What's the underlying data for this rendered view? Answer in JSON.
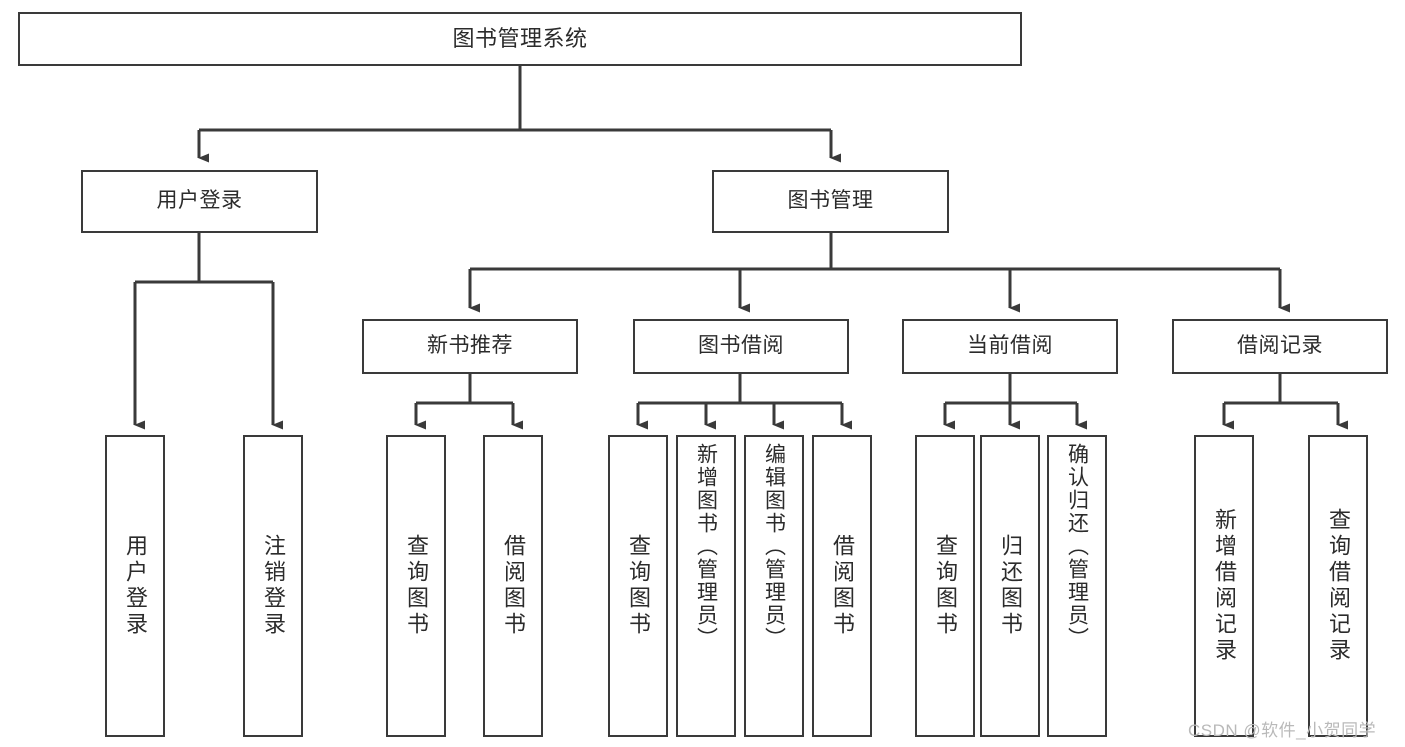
{
  "diagram": {
    "title": "图书管理系统",
    "type": "tree",
    "watermark": "CSDN @软件_小贺同学",
    "colors": {
      "box_border": "#3a3a3a",
      "box_fill": "#ffffff",
      "edge": "#3a3a3a",
      "text": "#2b2b2b",
      "watermark": "#b9b9b9",
      "background": "#ffffff"
    },
    "nodes": {
      "root": {
        "label": "图书管理系统"
      },
      "level2": [
        {
          "id": "user-login",
          "label": "用户登录"
        },
        {
          "id": "book-manage",
          "label": "图书管理"
        }
      ],
      "level3": [
        {
          "id": "new-book-recommend",
          "label": "新书推荐"
        },
        {
          "id": "book-borrow",
          "label": "图书借阅"
        },
        {
          "id": "current-borrow",
          "label": "当前借阅"
        },
        {
          "id": "borrow-record",
          "label": "借阅记录"
        }
      ],
      "leaves": {
        "user_login": [
          {
            "id": "leaf-user-login",
            "label": "用户登录"
          },
          {
            "id": "leaf-logout-login",
            "label": "注销登录"
          }
        ],
        "new_book_recommend": [
          {
            "id": "leaf-query-book-1",
            "label": "查询图书"
          },
          {
            "id": "leaf-borrow-book-1",
            "label": "借阅图书"
          }
        ],
        "book_borrow": [
          {
            "id": "leaf-query-book-2",
            "label": "查询图书"
          },
          {
            "id": "leaf-add-book",
            "label": "新增图书（管理员）"
          },
          {
            "id": "leaf-edit-book",
            "label": "编辑图书（管理员）"
          },
          {
            "id": "leaf-borrow-book-2",
            "label": "借阅图书"
          }
        ],
        "current_borrow": [
          {
            "id": "leaf-query-book-3",
            "label": "查询图书"
          },
          {
            "id": "leaf-return-book",
            "label": "归还图书"
          },
          {
            "id": "leaf-confirm-return",
            "label": "确认归还（管理员）"
          }
        ],
        "borrow_record": [
          {
            "id": "leaf-add-record",
            "label": "新增借阅记录"
          },
          {
            "id": "leaf-query-record",
            "label": "查询借阅记录"
          }
        ]
      }
    }
  }
}
